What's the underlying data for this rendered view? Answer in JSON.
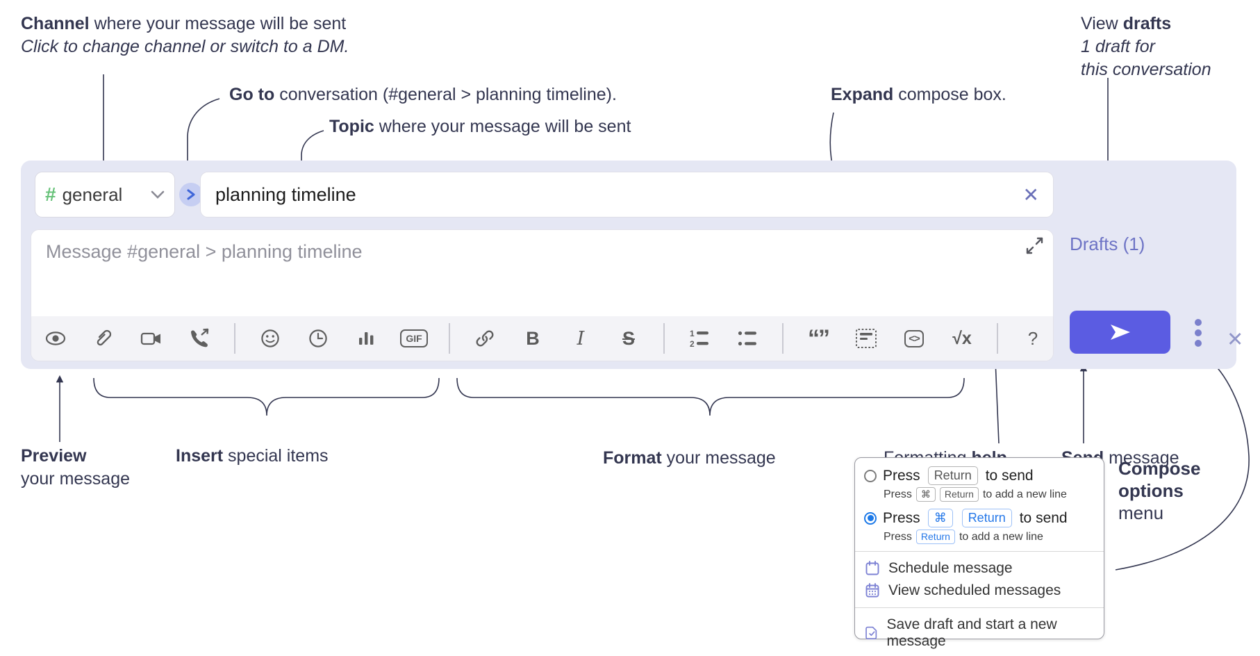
{
  "annotations": {
    "channel": {
      "b": "Channel",
      "r": " where your message will be sent",
      "i": "Click to change channel or switch to a DM."
    },
    "goto": {
      "b": "Go to",
      "r": " conversation (#general > planning timeline)."
    },
    "topic": {
      "b": "Topic",
      "r": " where your message will be sent"
    },
    "expand": {
      "b": "Expand",
      "r": " compose box."
    },
    "drafts": {
      "r1a": "View ",
      "r1b": "drafts",
      "r2": "1 draft for",
      "r3": "this conversation"
    },
    "preview": {
      "b": "Preview",
      "r": "your message"
    },
    "insert": {
      "b": "Insert",
      "r": " special items"
    },
    "format": {
      "b": "Format",
      "r": " your message"
    },
    "help": {
      "a": "Formatting ",
      "b": "help"
    },
    "send": {
      "b": "Send",
      "r": " message"
    },
    "options": {
      "b1": "Compose",
      "b2": "options",
      "r": "menu"
    }
  },
  "compose": {
    "hash": "#",
    "channel_name": "general",
    "topic_value": "planning timeline",
    "clear_topic_glyph": "✕",
    "close_glyph": "✕",
    "message_placeholder": "Message #general > planning timeline",
    "drafts_label": "Drafts (1)",
    "toolbar_glyphs": {
      "gif": "GIF",
      "bold": "B",
      "italic": "I",
      "strike": "S",
      "quote": "“”",
      "code": "<>",
      "math": "√x",
      "help": "?",
      "num1": "1",
      "num2": "2"
    }
  },
  "popup": {
    "option1": {
      "main_pre": "Press",
      "main_key": "Return",
      "main_post": "to send",
      "sub_pre": "Press",
      "sub_key1": "⌘",
      "sub_key2": "Return",
      "sub_post": "to add a new line"
    },
    "option2": {
      "main_pre": "Press",
      "main_key1": "⌘",
      "main_key2": "Return",
      "main_post": "to send",
      "sub_pre": "Press",
      "sub_key": "Return",
      "sub_post": "to add a new line"
    },
    "menu": {
      "schedule": "Schedule message",
      "view_scheduled": "View scheduled messages",
      "save_draft": "Save draft and start a new message"
    }
  },
  "colors": {
    "compose_bg": "#e5e7f4",
    "send_button": "#5b5ce2",
    "drafts_link": "#6d73c5",
    "hash_green": "#67c279",
    "radio_blue": "#1c79e8",
    "menu_icon": "#7d82d4",
    "annotation_text": "#333650"
  }
}
